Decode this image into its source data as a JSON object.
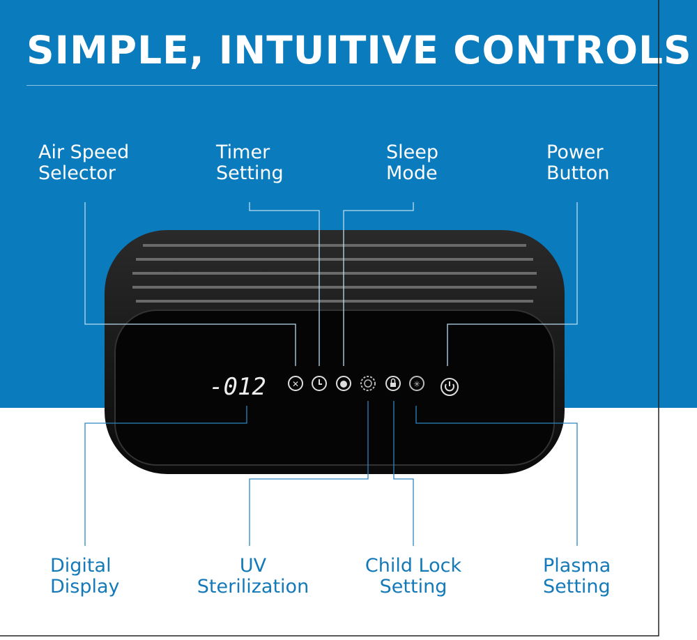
{
  "title": "SIMPLE, INTUITIVE CONTROLS",
  "colors": {
    "brand_blue": "#0a7bbd",
    "label_blue": "#1479b8"
  },
  "labels_top": [
    "Air Speed\nSelector",
    "Timer\nSetting",
    "Sleep\nMode",
    "Power\nButton"
  ],
  "labels_bottom": [
    "Digital\nDisplay",
    "UV\nSterilization",
    "Child Lock\nSetting",
    "Plasma\nSetting"
  ],
  "device": {
    "display_value": "-012",
    "icons": [
      "fan-icon",
      "clock-icon",
      "moon-icon",
      "uv-icon",
      "lock-icon",
      "plasma-icon",
      "power-icon"
    ]
  }
}
